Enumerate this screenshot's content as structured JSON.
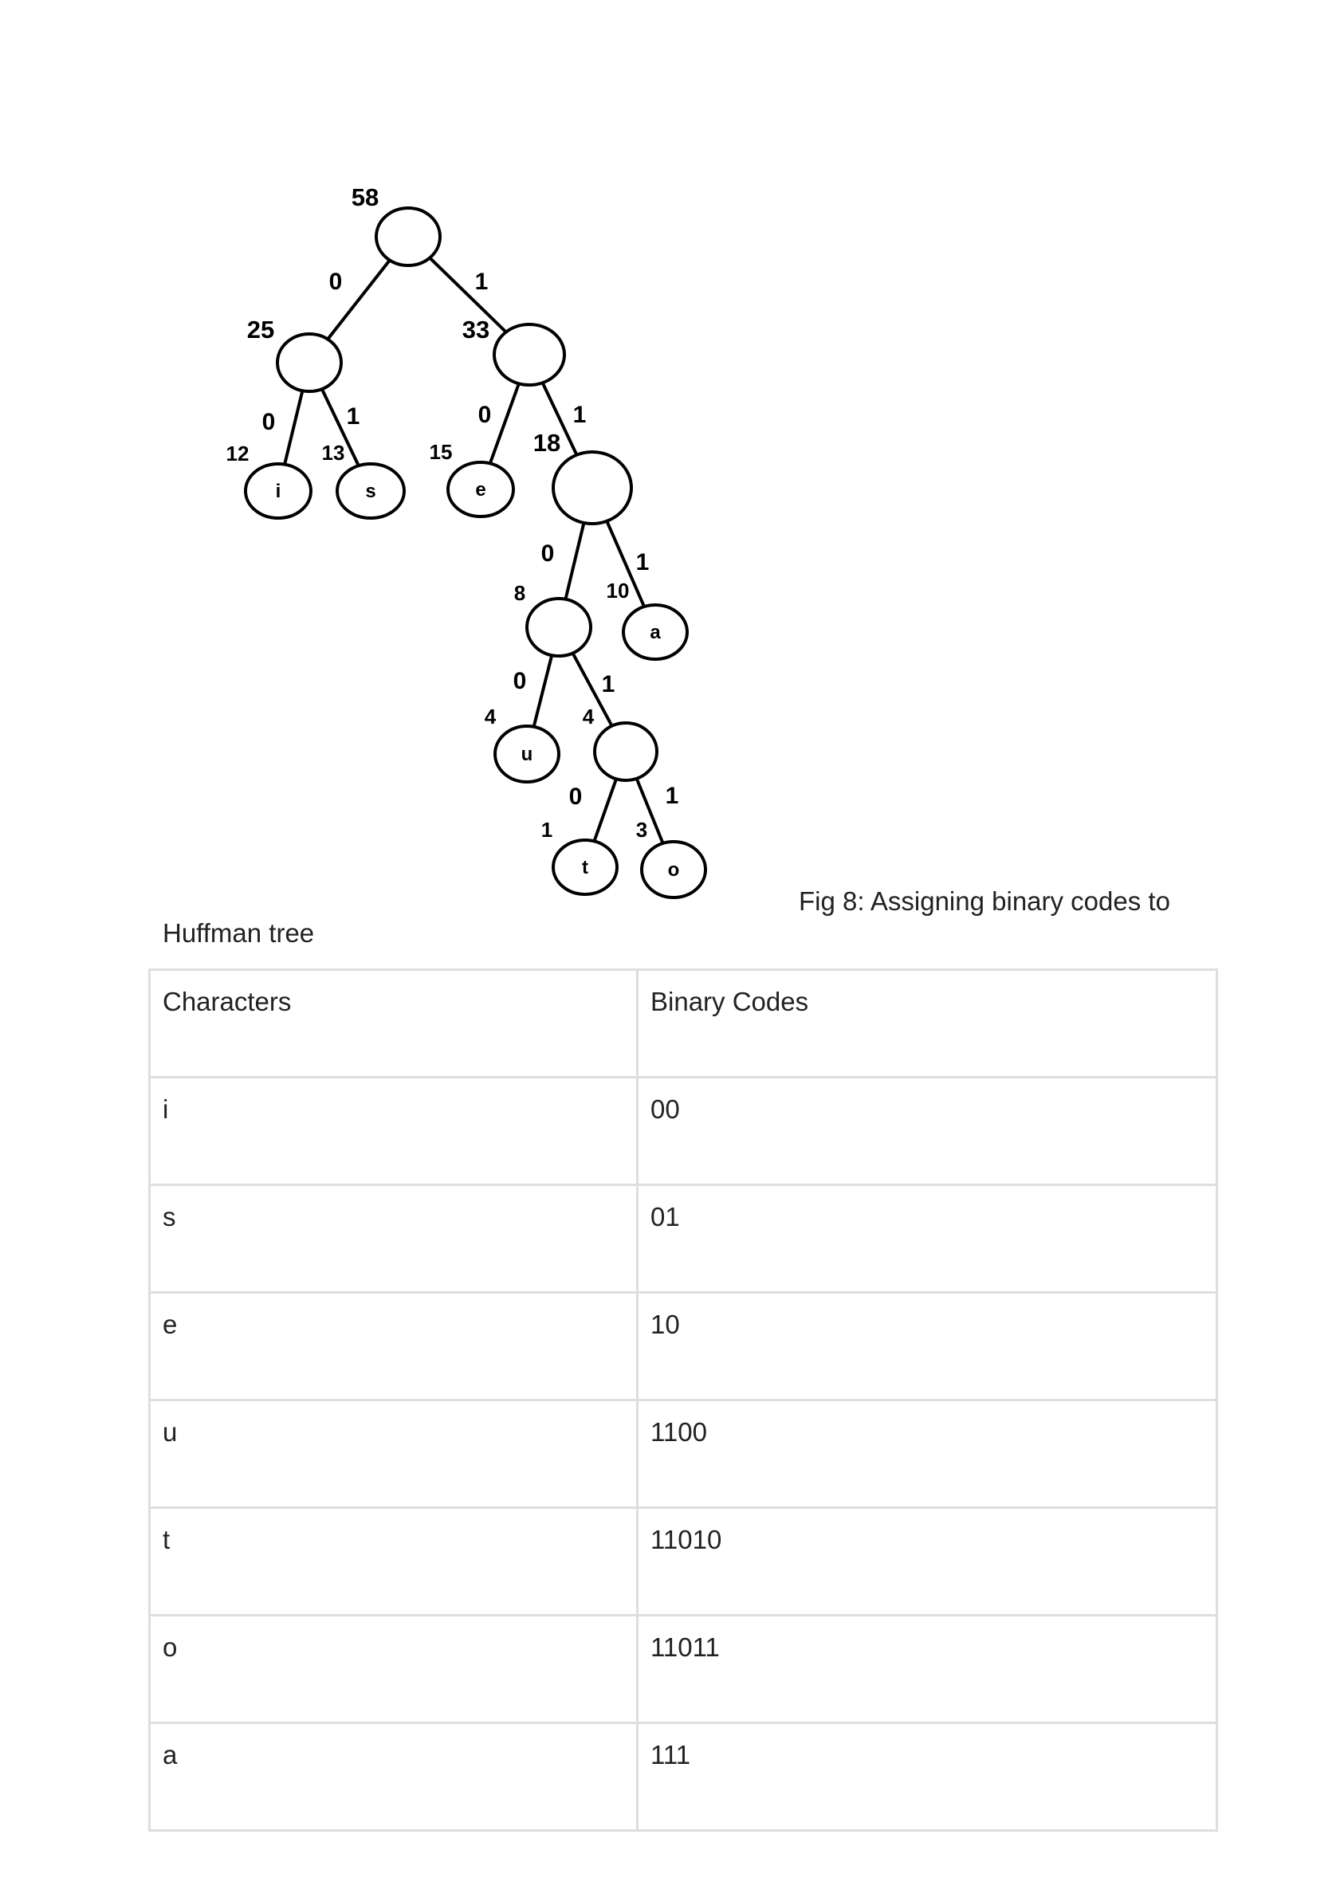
{
  "figure": {
    "nodes": [
      {
        "id": "root",
        "weight": "58"
      },
      {
        "id": "n25",
        "weight": "25"
      },
      {
        "id": "n33",
        "weight": "33"
      },
      {
        "id": "i",
        "label": "i",
        "weight": "12"
      },
      {
        "id": "s",
        "label": "s",
        "weight": "13"
      },
      {
        "id": "e",
        "label": "e",
        "weight": "15"
      },
      {
        "id": "n18",
        "weight": "18"
      },
      {
        "id": "n8",
        "weight": "8"
      },
      {
        "id": "a",
        "label": "a",
        "weight": "10"
      },
      {
        "id": "u",
        "label": "u",
        "weight": "4"
      },
      {
        "id": "n4",
        "weight": "4"
      },
      {
        "id": "t",
        "label": "t",
        "weight": "1"
      },
      {
        "id": "o",
        "label": "o",
        "weight": "3"
      }
    ],
    "edges": [
      {
        "from": "root",
        "to": "n25",
        "bit": "0"
      },
      {
        "from": "root",
        "to": "n33",
        "bit": "1"
      },
      {
        "from": "n25",
        "to": "i",
        "bit": "0"
      },
      {
        "from": "n25",
        "to": "s",
        "bit": "1"
      },
      {
        "from": "n33",
        "to": "e",
        "bit": "0"
      },
      {
        "from": "n33",
        "to": "n18",
        "bit": "1"
      },
      {
        "from": "n18",
        "to": "n8",
        "bit": "0"
      },
      {
        "from": "n18",
        "to": "a",
        "bit": "1"
      },
      {
        "from": "n8",
        "to": "u",
        "bit": "0"
      },
      {
        "from": "n8",
        "to": "n4",
        "bit": "1"
      },
      {
        "from": "n4",
        "to": "t",
        "bit": "0"
      },
      {
        "from": "n4",
        "to": "o",
        "bit": "1"
      }
    ]
  },
  "caption": {
    "line1": "Fig 8: Assigning binary codes to",
    "line2": "Huffman tree"
  },
  "table": {
    "headers": [
      "Characters",
      "Binary Codes"
    ],
    "rows": [
      [
        "i",
        "00"
      ],
      [
        "s",
        "01"
      ],
      [
        "e",
        "10"
      ],
      [
        "u",
        "1100"
      ],
      [
        "t",
        "11010"
      ],
      [
        "o",
        "11011"
      ],
      [
        "a",
        "111"
      ]
    ]
  }
}
